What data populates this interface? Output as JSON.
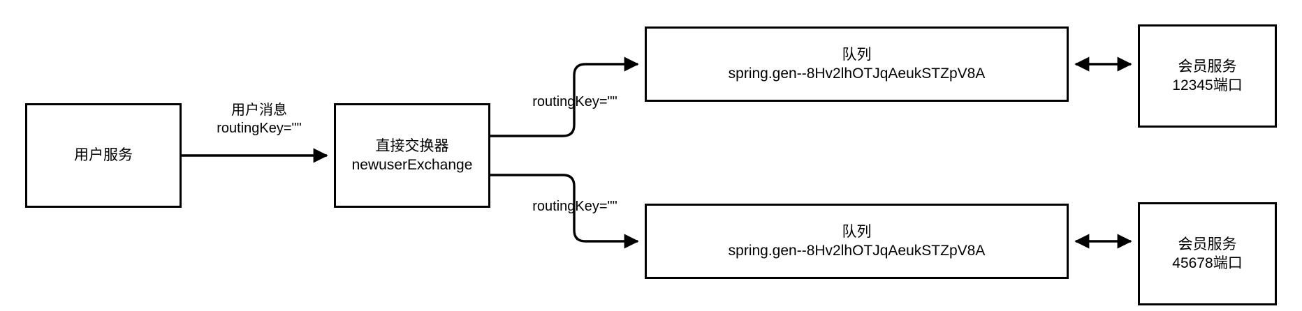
{
  "diagram": {
    "type": "flow",
    "nodes": [
      {
        "id": "user-service",
        "title": "用户服务",
        "subtitle": ""
      },
      {
        "id": "exchange",
        "title": "直接交换器",
        "subtitle": "newuserExchange"
      },
      {
        "id": "queue-top",
        "title": "队列",
        "subtitle": "spring.gen--8Hv2lhOTJqAeukSTZpV8A"
      },
      {
        "id": "queue-bottom",
        "title": "队列",
        "subtitle": "spring.gen--8Hv2lhOTJqAeukSTZpV8A"
      },
      {
        "id": "member-top",
        "title": "会员服务",
        "subtitle": "12345端口"
      },
      {
        "id": "member-bottom",
        "title": "会员服务",
        "subtitle": "45678端口"
      }
    ],
    "edge_labels": {
      "user_to_exchange": {
        "line1": "用户消息",
        "line2": "routingKey=\"\""
      },
      "exchange_to_queue_top": "routingKey=\"\"",
      "exchange_to_queue_bottom": "routingKey=\"\""
    },
    "colors": {
      "stroke": "#000000",
      "fill": "#ffffff",
      "text": "#000000"
    }
  }
}
